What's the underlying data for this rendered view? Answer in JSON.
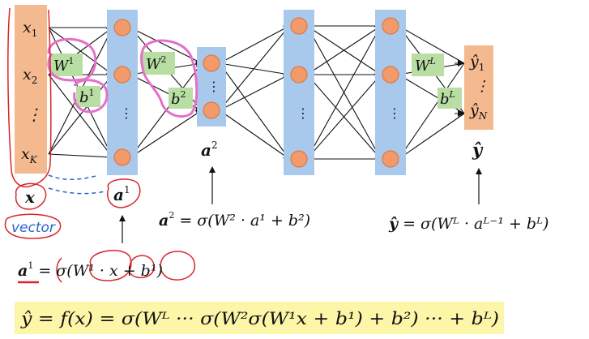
{
  "colors": {
    "input_box": "#f5b98f",
    "hidden_box": "#a9c9ec",
    "node_fill": "#f39a6a",
    "node_stroke": "#d77a48",
    "weight_box": "#b8dea3",
    "formula_bg": "#fdf5a8",
    "pen_pink": "#e56fc9",
    "pen_red": "#d8262b",
    "pen_blue": "#2b63c9"
  },
  "inputs": {
    "x1": "x",
    "x1_sub": "1",
    "x2": "x",
    "x2_sub": "2",
    "xk": "x",
    "xk_sub": "K",
    "dots": "⋮"
  },
  "outputs": {
    "y1": "ŷ",
    "y1_sub": "1",
    "yn": "ŷ",
    "yn_sub": "N",
    "dots": "⋮"
  },
  "weights": {
    "w1": "W",
    "w1_sup": "1",
    "b1": "b",
    "b1_sup": "1",
    "w2": "W",
    "w2_sup": "2",
    "b2": "b",
    "b2_sup": "2",
    "wl": "W",
    "wl_sup": "L",
    "bl": "b",
    "bl_sup": "L"
  },
  "labels": {
    "x_label": "x",
    "vector_note": "vector",
    "a1_label": "a",
    "a1_sup": "1",
    "a2_label": "a",
    "a2_sup": "2",
    "y_label": "ŷ"
  },
  "equations": {
    "a1_lhs": "a",
    "a1_lhs_sup": "1",
    "a1_rhs": " = σ(W¹ · x + b¹)",
    "a2_lhs": "a",
    "a2_lhs_sup": "2",
    "a2_rhs": " = σ(W² · a¹ + b²)",
    "y_lhs": "ŷ",
    "y_rhs": " = σ(Wᴸ · aᴸ⁻¹ + bᴸ)",
    "composite": "ŷ = f(x) = σ(Wᴸ ··· σ(W²σ(W¹x + b¹) + b²) ··· + bᴸ)"
  }
}
